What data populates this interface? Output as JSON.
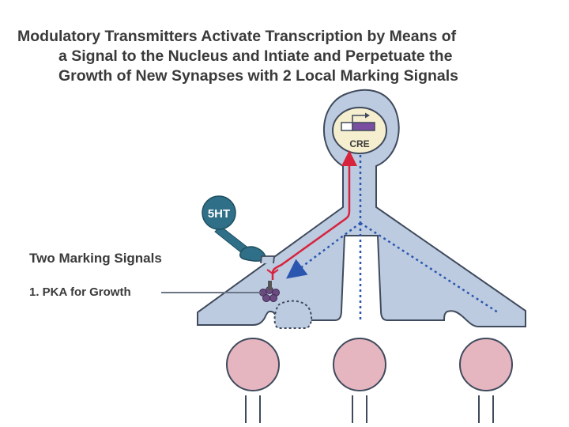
{
  "title": {
    "line1": "Modulatory Transmitters Activate  Transcription by Means of",
    "line2": "a Signal to the Nucleus and Intiate and Perpetuate  the",
    "line3": "Growth of New Synapses with 2 Local Marking Signals"
  },
  "diagram": {
    "nucleus_label": "CRE",
    "transmitter_label": "5HT",
    "marking_heading": "Two Marking Signals",
    "marking_item_1": "1. PKA for Growth"
  },
  "colors": {
    "neuron_fill": "#bccbe0",
    "outline": "#3f4a5c",
    "signal_red": "#d8233c",
    "signal_blue": "#2b56b0",
    "transmitter": "#2f6f87",
    "postsynaptic": "#e6b6c0",
    "promoter": "#7a4ea0",
    "nucleus": "#f6efcf"
  }
}
